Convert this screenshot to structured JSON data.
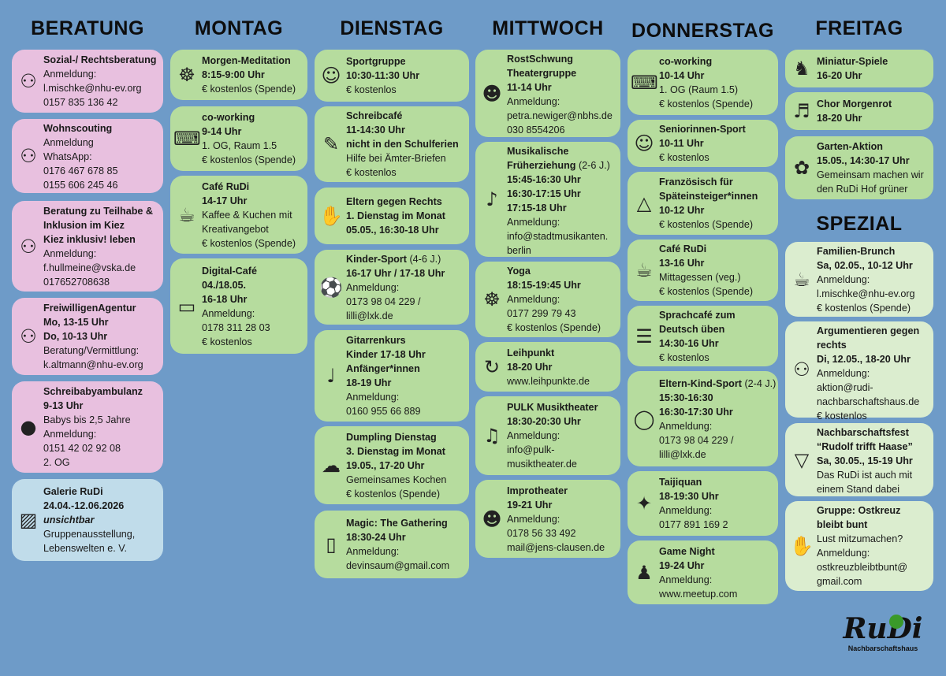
{
  "headers": {
    "beratung": "BERATUNG",
    "montag": "MONTAG",
    "dienstag": "DIENSTAG",
    "mittwoch": "MITTWOCH",
    "donnerstag": "DONNERSTAG",
    "freitag": "FREITAG",
    "spezial": "SPEZIAL"
  },
  "colors": {
    "background": "#6e9bc8",
    "beratung": "#e8c0df",
    "weekday": "#b6dc9e",
    "galerie": "#c0dcea",
    "spezial": "#dbedcf",
    "logo_dot": "#3a9a2a"
  },
  "columns": {
    "beratung": [
      {
        "icon": "consultation-icon",
        "lines": [
          {
            "t": "Sozial-/ Rechtsberatung",
            "b": 1
          },
          {
            "t": "Anmeldung:"
          },
          {
            "t": "l.mischke@nhu-ev.org"
          },
          {
            "t": "0157 835 136 42"
          }
        ]
      },
      {
        "icon": "consultation-icon",
        "lines": [
          {
            "t": "Wohnscouting",
            "b": 1
          },
          {
            "t": "Anmeldung"
          },
          {
            "t": "WhatsApp:"
          },
          {
            "t": "0176 467 678 85"
          },
          {
            "t": "0155 606 245 46"
          }
        ]
      },
      {
        "icon": "consultation-icon",
        "lines": [
          {
            "t": "Beratung zu Teilhabe &",
            "b": 1
          },
          {
            "t": "Inklusion im Kiez",
            "b": 1
          },
          {
            "t": "Kiez inklusiv! leben",
            "b": 1
          },
          {
            "t": "Anmeldung:"
          },
          {
            "t": "f.hullmeine@vska.de"
          },
          {
            "t": "017652708638"
          }
        ]
      },
      {
        "icon": "consultation-icon",
        "lines": [
          {
            "t": "FreiwilligenAgentur",
            "b": 1
          },
          {
            "t": "Mo, 13-15 Uhr",
            "b": 1
          },
          {
            "t": "Do, 10-13 Uhr",
            "b": 1
          },
          {
            "t": "Beratung/Vermittlung:"
          },
          {
            "t": "k.altmann@nhu-ev.org"
          }
        ]
      },
      {
        "icon": "crawling-baby-icon",
        "lines": [
          {
            "t": "Schreibabyambulanz",
            "b": 1
          },
          {
            "t": "9-13 Uhr",
            "b": 1
          },
          {
            "t": "Babys bis 2,5 Jahre"
          },
          {
            "t": "Anmeldung:"
          },
          {
            "t": "0151 42 02 92 08"
          },
          {
            "t": "2. OG"
          }
        ]
      },
      {
        "icon": "image-icon",
        "lines": [
          {
            "t": "Galerie RuDi",
            "b": 1
          },
          {
            "t": "24.04.-12.06.2026",
            "b": 1
          },
          {
            "t": "unsichtbar",
            "b": 1,
            "i": 1
          },
          {
            "t": "Gruppenausstellung,"
          },
          {
            "t": "Lebenswelten e. V."
          }
        ]
      }
    ],
    "montag": [
      {
        "icon": "meditation-icon",
        "lines": [
          {
            "t": "Morgen-Meditation",
            "b": 1
          },
          {
            "t": "8:15-9:00 Uhr",
            "b": 1
          },
          {
            "t": "€ kostenlos (Spende)"
          }
        ]
      },
      {
        "icon": "desk-worker-icon",
        "lines": [
          {
            "t": "co-working",
            "b": 1
          },
          {
            "t": "9-14 Uhr",
            "b": 1
          },
          {
            "t": "1. OG, Raum 1.5"
          },
          {
            "t": "€ kostenlos (Spende)"
          }
        ]
      },
      {
        "icon": "coffee-cup-icon",
        "lines": [
          {
            "t": "Café RuDi",
            "b": 1
          },
          {
            "t": "14-17 Uhr",
            "b": 1
          },
          {
            "t": "Kaffee & Kuchen mit"
          },
          {
            "t": "Kreativangebot"
          },
          {
            "t": "€ kostenlos (Spende)"
          }
        ]
      },
      {
        "icon": "laptop-icon",
        "lines": [
          {
            "t": "Digital-Café",
            "b": 1
          },
          {
            "t": "04./18.05.",
            "b": 1
          },
          {
            "t": "16-18 Uhr",
            "b": 1
          },
          {
            "t": "Anmeldung:"
          },
          {
            "t": "0178 311 28 03"
          },
          {
            "t": "€ kostenlos"
          }
        ]
      }
    ],
    "dienstag": [
      {
        "icon": "exercise-icon",
        "lines": [
          {
            "t": "Sportgruppe",
            "b": 1
          },
          {
            "t": "10:30-11:30 Uhr",
            "b": 1
          },
          {
            "t": "€ kostenlos"
          }
        ]
      },
      {
        "icon": "writing-icon",
        "lines": [
          {
            "t": "Schreibcafé",
            "b": 1
          },
          {
            "t": "11-14:30 Uhr",
            "b": 1
          },
          {
            "t": "nicht in den Schulferien",
            "b": 1
          },
          {
            "t": "Hilfe bei Ämter-Briefen"
          },
          {
            "t": "€ kostenlos"
          }
        ]
      },
      {
        "icon": "raised-hands-icon",
        "lines": [
          {
            "t": "Eltern gegen Rechts",
            "b": 1
          },
          {
            "t": "1. Dienstag im Monat",
            "b": 1
          },
          {
            "t": "05.05., 16:30-18 Uhr",
            "b": 1
          }
        ]
      },
      {
        "icon": "child-ball-icon",
        "lines": [
          {
            "t": "Kinder-Sport",
            "b": 1,
            "s": " (4-6 J.)"
          },
          {
            "t": "16-17 Uhr / 17-18 Uhr",
            "b": 1
          },
          {
            "t": "Anmeldung:"
          },
          {
            "t": "0173 98 04 229 /"
          },
          {
            "t": "lilli@lxk.de"
          }
        ]
      },
      {
        "icon": "guitar-icon",
        "lines": [
          {
            "t": "Gitarrenkurs",
            "b": 1
          },
          {
            "t": "Kinder 17-18 Uhr",
            "b": 1
          },
          {
            "t": "Anfänger*innen",
            "b": 1
          },
          {
            "t": "18-19 Uhr",
            "b": 1
          },
          {
            "t": "Anmeldung:"
          },
          {
            "t": "0160 955 66 889"
          }
        ]
      },
      {
        "icon": "chef-hat-icon",
        "lines": [
          {
            "t": "Dumpling Dienstag",
            "b": 1
          },
          {
            "t": "3. Dienstag im Monat",
            "b": 1
          },
          {
            "t": "19.05., 17-20 Uhr",
            "b": 1
          },
          {
            "t": "Gemeinsames Kochen"
          },
          {
            "t": "€ kostenlos (Spende)"
          }
        ]
      },
      {
        "icon": "cards-icon",
        "lines": [
          {
            "t": "Magic: The Gathering",
            "b": 1
          },
          {
            "t": "18:30-24 Uhr",
            "b": 1
          },
          {
            "t": "Anmeldung:"
          },
          {
            "t": "devinsaum@gmail.com"
          }
        ]
      }
    ],
    "mittwoch": [
      {
        "icon": "theater-masks-icon",
        "lines": [
          {
            "t": "RostSchwung",
            "b": 1
          },
          {
            "t": "Theatergruppe",
            "b": 1
          },
          {
            "t": "11-14 Uhr",
            "b": 1
          },
          {
            "t": "Anmeldung:"
          },
          {
            "t": "petra.newiger@nbhs.de"
          },
          {
            "t": "030 8554206"
          }
        ]
      },
      {
        "icon": "treble-clef-icon",
        "lines": [
          {
            "t": "Musikalische",
            "b": 1
          },
          {
            "t": "Früherziehung",
            "b": 1,
            "s": " (2-6 J.)"
          },
          {
            "t": "15:45-16:30 Uhr",
            "b": 1
          },
          {
            "t": "16:30-17:15 Uhr",
            "b": 1
          },
          {
            "t": "17:15-18 Uhr",
            "b": 1
          },
          {
            "t": "Anmeldung:"
          },
          {
            "t": "info@stadtmusikanten."
          },
          {
            "t": "berlin"
          }
        ]
      },
      {
        "icon": "meditation-icon",
        "lines": [
          {
            "t": "Yoga",
            "b": 1
          },
          {
            "t": "18:15-19:45 Uhr",
            "b": 1
          },
          {
            "t": "Anmeldung:"
          },
          {
            "t": "0177 299 79 43"
          },
          {
            "t": "€ kostenlos (Spende)"
          }
        ]
      },
      {
        "icon": "cycle-icon",
        "lines": [
          {
            "t": "Leihpunkt",
            "b": 1
          },
          {
            "t": "18-20 Uhr",
            "b": 1
          },
          {
            "t": "www.leihpunkte.de"
          }
        ]
      },
      {
        "icon": "music-notes-icon",
        "lines": [
          {
            "t": "PULK Musiktheater",
            "b": 1
          },
          {
            "t": "18:30-20:30 Uhr",
            "b": 1
          },
          {
            "t": "Anmeldung:"
          },
          {
            "t": "info@pulk-"
          },
          {
            "t": "musiktheater.de"
          }
        ]
      },
      {
        "icon": "theater-masks-icon",
        "lines": [
          {
            "t": "Improtheater",
            "b": 1
          },
          {
            "t": "19-21 Uhr",
            "b": 1
          },
          {
            "t": "Anmeldung:"
          },
          {
            "t": "0178 56 33 492"
          },
          {
            "t": "mail@jens-clausen.de"
          }
        ]
      }
    ],
    "donnerstag": [
      {
        "icon": "desk-worker-icon",
        "lines": [
          {
            "t": "co-working",
            "b": 1
          },
          {
            "t": "10-14 Uhr",
            "b": 1
          },
          {
            "t": "1. OG (Raum 1.5)"
          },
          {
            "t": "€ kostenlos (Spende)"
          }
        ]
      },
      {
        "icon": "exercise-icon",
        "lines": [
          {
            "t": "Seniorinnen-Sport",
            "b": 1
          },
          {
            "t": "10-11 Uhr",
            "b": 1
          },
          {
            "t": "€ kostenlos"
          }
        ]
      },
      {
        "icon": "eiffel-tower-icon",
        "lines": [
          {
            "t": "Französisch für",
            "b": 1
          },
          {
            "t": "Späteinsteiger*innen",
            "b": 1
          },
          {
            "t": "10-12 Uhr",
            "b": 1
          },
          {
            "t": "€ kostenlos (Spende)"
          }
        ]
      },
      {
        "icon": "coffee-cup-icon",
        "lines": [
          {
            "t": "Café RuDi",
            "b": 1
          },
          {
            "t": "13-16 Uhr",
            "b": 1
          },
          {
            "t": "Mittagessen (veg.)"
          },
          {
            "t": "€ kostenlos (Spende)"
          }
        ]
      },
      {
        "icon": "speech-bubbles-icon",
        "lines": [
          {
            "t": "Sprachcafé zum",
            "b": 1
          },
          {
            "t": "Deutsch üben",
            "b": 1
          },
          {
            "t": "14:30-16 Uhr",
            "b": 1
          },
          {
            "t": "€ kostenlos"
          }
        ]
      },
      {
        "icon": "hula-hoop-icon",
        "lines": [
          {
            "t": "Eltern-Kind-Sport",
            "b": 1,
            "s": " (2-4 J.)"
          },
          {
            "t": "15:30-16:30",
            "b": 1
          },
          {
            "t": "16:30-17:30 Uhr",
            "b": 1
          },
          {
            "t": "Anmeldung:"
          },
          {
            "t": "0173 98 04 229 /"
          },
          {
            "t": "lilli@lxk.de"
          }
        ]
      },
      {
        "icon": "martial-arts-icon",
        "lines": [
          {
            "t": "Taijiquan",
            "b": 1
          },
          {
            "t": "18-19:30 Uhr",
            "b": 1
          },
          {
            "t": "Anmeldung:"
          },
          {
            "t": "0177 891 169 2"
          }
        ]
      },
      {
        "icon": "board-game-icon",
        "lines": [
          {
            "t": "Game Night",
            "b": 1
          },
          {
            "t": "19-24 Uhr",
            "b": 1
          },
          {
            "t": "Anmeldung:"
          },
          {
            "t": "www.meetup.com"
          }
        ]
      }
    ],
    "freitag": [
      {
        "icon": "dragon-icon",
        "lines": [
          {
            "t": "Miniatur-Spiele",
            "b": 1
          },
          {
            "t": "16-20 Uhr",
            "b": 1
          }
        ]
      },
      {
        "icon": "choir-icon",
        "lines": [
          {
            "t": "Chor Morgenrot",
            "b": 1
          },
          {
            "t": "18-20 Uhr",
            "b": 1
          }
        ]
      },
      {
        "icon": "gardening-icon",
        "lines": [
          {
            "t": "Garten-Aktion",
            "b": 1
          },
          {
            "t": "15.05., 14:30-17 Uhr",
            "b": 1
          },
          {
            "t": "Gemeinsam machen wir"
          },
          {
            "t": "den RuDi Hof grüner"
          }
        ]
      }
    ],
    "spezial": [
      {
        "icon": "brunch-icon",
        "lines": [
          {
            "t": "Familien-Brunch",
            "b": 1
          },
          {
            "t": "Sa, 02.05., 10-12 Uhr",
            "b": 1
          },
          {
            "t": "Anmeldung:"
          },
          {
            "t": "l.mischke@nhu-ev.org"
          },
          {
            "t": "€ kostenlos (Spende)"
          }
        ]
      },
      {
        "icon": "discussion-icon",
        "lines": [
          {
            "t": "Argumentieren gegen",
            "b": 1
          },
          {
            "t": "rechts",
            "b": 1
          },
          {
            "t": "Di, 12.05., 18-20 Uhr",
            "b": 1
          },
          {
            "t": "Anmeldung:"
          },
          {
            "t": "aktion@rudi-"
          },
          {
            "t": "nachbarschaftshaus.de"
          },
          {
            "t": "€ kostenlos"
          }
        ]
      },
      {
        "icon": "bunting-icon",
        "lines": [
          {
            "t": "Nachbarschaftsfest",
            "b": 1
          },
          {
            "t": "“Rudolf trifft Haase”",
            "b": 1
          },
          {
            "t": "Sa, 30.05., 15-19 Uhr",
            "b": 1
          },
          {
            "t": "Das RuDi ist auch mit"
          },
          {
            "t": "einem Stand dabei"
          }
        ]
      },
      {
        "icon": "raised-hands-icon",
        "lines": [
          {
            "t": "Gruppe: Ostkreuz",
            "b": 1
          },
          {
            "t": "bleibt bunt",
            "b": 1
          },
          {
            "t": "Lust mitzumachen?"
          },
          {
            "t": "Anmeldung:"
          },
          {
            "t": "ostkreuzbleibtbunt@"
          },
          {
            "t": "gmail.com"
          }
        ]
      }
    ]
  },
  "logo": {
    "word": "RuDi",
    "subtitle": "Nachbarschaftshaus"
  }
}
